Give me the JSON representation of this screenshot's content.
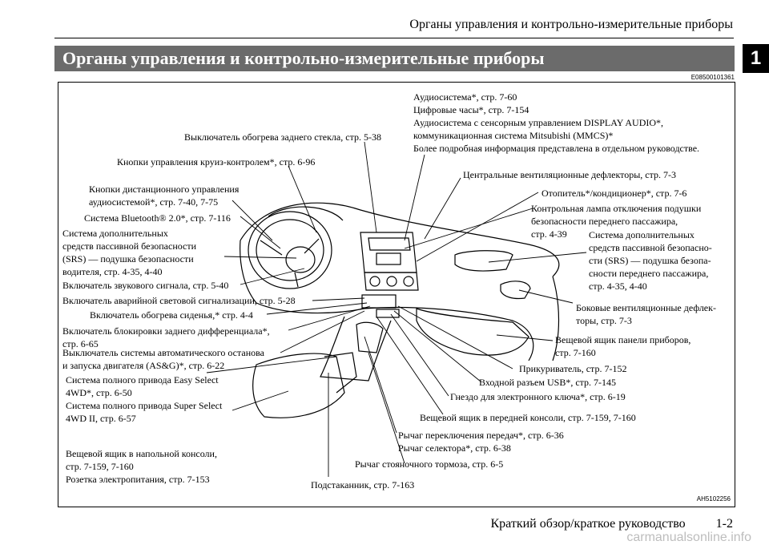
{
  "header": {
    "running_title": "Органы управления и контрольно-измерительные приборы",
    "chapter_number": "1"
  },
  "section": {
    "title": "Органы управления и контрольно-измерительные приборы",
    "doc_code": "E08500101361"
  },
  "diagram": {
    "figure_code": "AH5102256",
    "labels": {
      "audio_block": [
        "Аудиосистема*, стр. 7-60",
        "Цифровые часы*, стр. 7-154",
        "Аудиосистема с сенсорным управлением DISPLAY AUDIO*,",
        "коммуникационная система Mitsubishi (MMCS)*",
        "Более подробная информация представлена в отдельном руководстве."
      ],
      "rear_defogger": [
        "Выключатель обогрева заднего стекла, стр. 5-38"
      ],
      "cruise": [
        "Кнопки управления круиз-контролем*, стр. 6-96"
      ],
      "remote_audio": [
        "Кнопки дистанционного управления",
        "аудиосистемой*, стр. 7-40, 7-75"
      ],
      "bluetooth": [
        "Система Bluetooth® 2.0*, стр. 7-116"
      ],
      "srs_driver": [
        "Система дополнительных",
        "средств пассивной безопасности",
        "(SRS) — подушка безопасности",
        "водителя, стр. 4-35, 4-40"
      ],
      "horn": [
        "Включатель звукового сигнала, стр. 5-40"
      ],
      "hazard": [
        "Включатель аварийной световой сигнализации, стр. 5-28"
      ],
      "seat_heater": [
        "Включатель обогрева сиденья,* стр. 4-4"
      ],
      "diff_lock": [
        "Включатель блокировки заднего дифференциала*,",
        "стр. 6-65"
      ],
      "asg": [
        "Выключатель системы автоматического останова",
        "и запуска двигателя (AS&G)*, стр. 6-22"
      ],
      "awd": [
        "Система полного привода Easy Select",
        "4WD*, стр. 6-50",
        "Система полного привода Super Select",
        "4WD II, стр. 6-57"
      ],
      "floor_box": [
        "Вещевой ящик в напольной консоли,",
        "стр. 7-159, 7-160",
        "Розетка электропитания, стр. 7-153"
      ],
      "cupholder": [
        "Подстаканник, стр. 7-163"
      ],
      "parking_brake": [
        "Рычаг стояночного тормоза, стр. 6-5"
      ],
      "shift_lever": [
        "Рычаг переключения передач*, стр. 6-36",
        "Рычаг селектора*, стр. 6-38"
      ],
      "front_console_box": [
        "Вещевой ящик в передней консоли, стр. 7-159, 7-160"
      ],
      "key_slot": [
        "Гнездо для электронного ключа*, стр. 6-19"
      ],
      "usb": [
        "Входной разъем USB*, стр. 7-145"
      ],
      "cigarette": [
        "Прикуриватель, стр. 7-152"
      ],
      "glovebox": [
        "Вещевой ящик панели приборов,",
        "стр. 7-160"
      ],
      "side_vents": [
        "Боковые вентиляционные дефлек-",
        "торы, стр. 7-3"
      ],
      "srs_passenger": [
        "Система дополнительных",
        "средств пассивной безопасно-",
        "сти (SRS) — подушка безопа-",
        "сности переднего пассажира,",
        "стр. 4-35, 4-40"
      ],
      "airbag_off_lamp": [
        "Контрольная лампа отключения подушки",
        "безопасности переднего пассажира,",
        "стр. 4-39"
      ],
      "heater": [
        "Отопитель*/кондиционер*, стр. 7-6"
      ],
      "center_vents": [
        "Центральные вентиляционные дефлекторы, стр. 7-3"
      ]
    }
  },
  "footer": {
    "text": "Краткий обзор/краткое руководство",
    "page": "1-2",
    "watermark": "carmanualsonline.info"
  }
}
